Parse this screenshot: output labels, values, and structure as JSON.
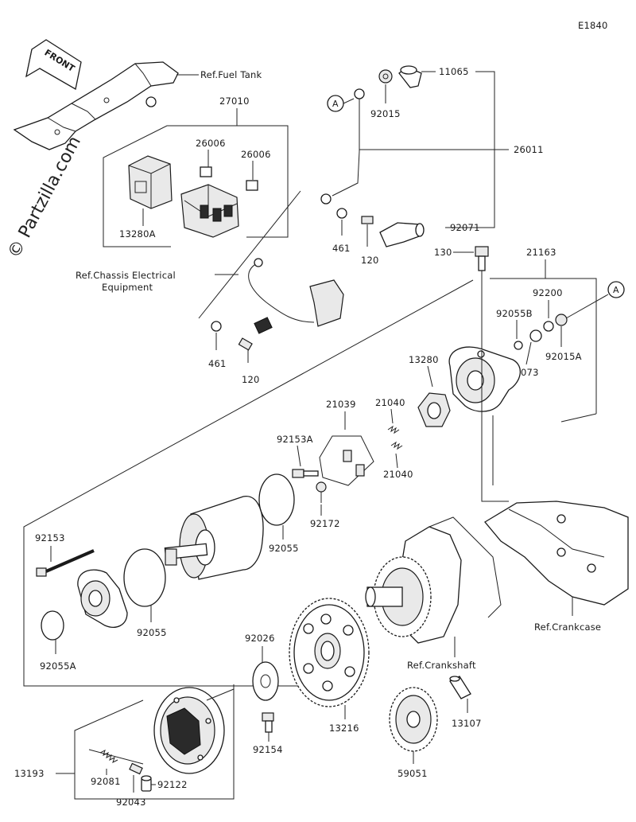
{
  "diagram_id": "E1840",
  "watermark": "© Partzilla.com",
  "front_label": "FRONT",
  "callouts": {
    "ref_fuel_tank": "Ref.Fuel Tank",
    "p27010": "27010",
    "p26006_a": "26006",
    "p26006_b": "26006",
    "p13280A": "13280A",
    "ref_chassis_line1": "Ref.Chassis Electrical",
    "ref_chassis_line2": "Equipment",
    "p461_a": "461",
    "p120_a": "120",
    "p11065": "11065",
    "p92015": "92015",
    "p26011": "26011",
    "p461_b": "461",
    "p120_b": "120",
    "p92071": "92071",
    "p130": "130",
    "p21163": "21163",
    "p92200": "92200",
    "p92055B": "92055B",
    "p92015A": "92015A",
    "p16073": "16073",
    "p13280": "13280",
    "p21039": "21039",
    "p21040_a": "21040",
    "p21040_b": "21040",
    "p92153A": "92153A",
    "p92172": "92172",
    "p92055_a": "92055",
    "p92153": "92153",
    "p92055_b": "92055",
    "p92055A": "92055A",
    "p92026": "92026",
    "p13216": "13216",
    "ref_crankshaft": "Ref.Crankshaft",
    "ref_crankcase": "Ref.Crankcase",
    "p13107": "13107",
    "p92154": "92154",
    "p59051": "59051",
    "p13193": "13193",
    "p92081": "92081",
    "p92043": "92043",
    "p92122": "92122",
    "marker_a_1": "A",
    "marker_a_2": "A"
  }
}
